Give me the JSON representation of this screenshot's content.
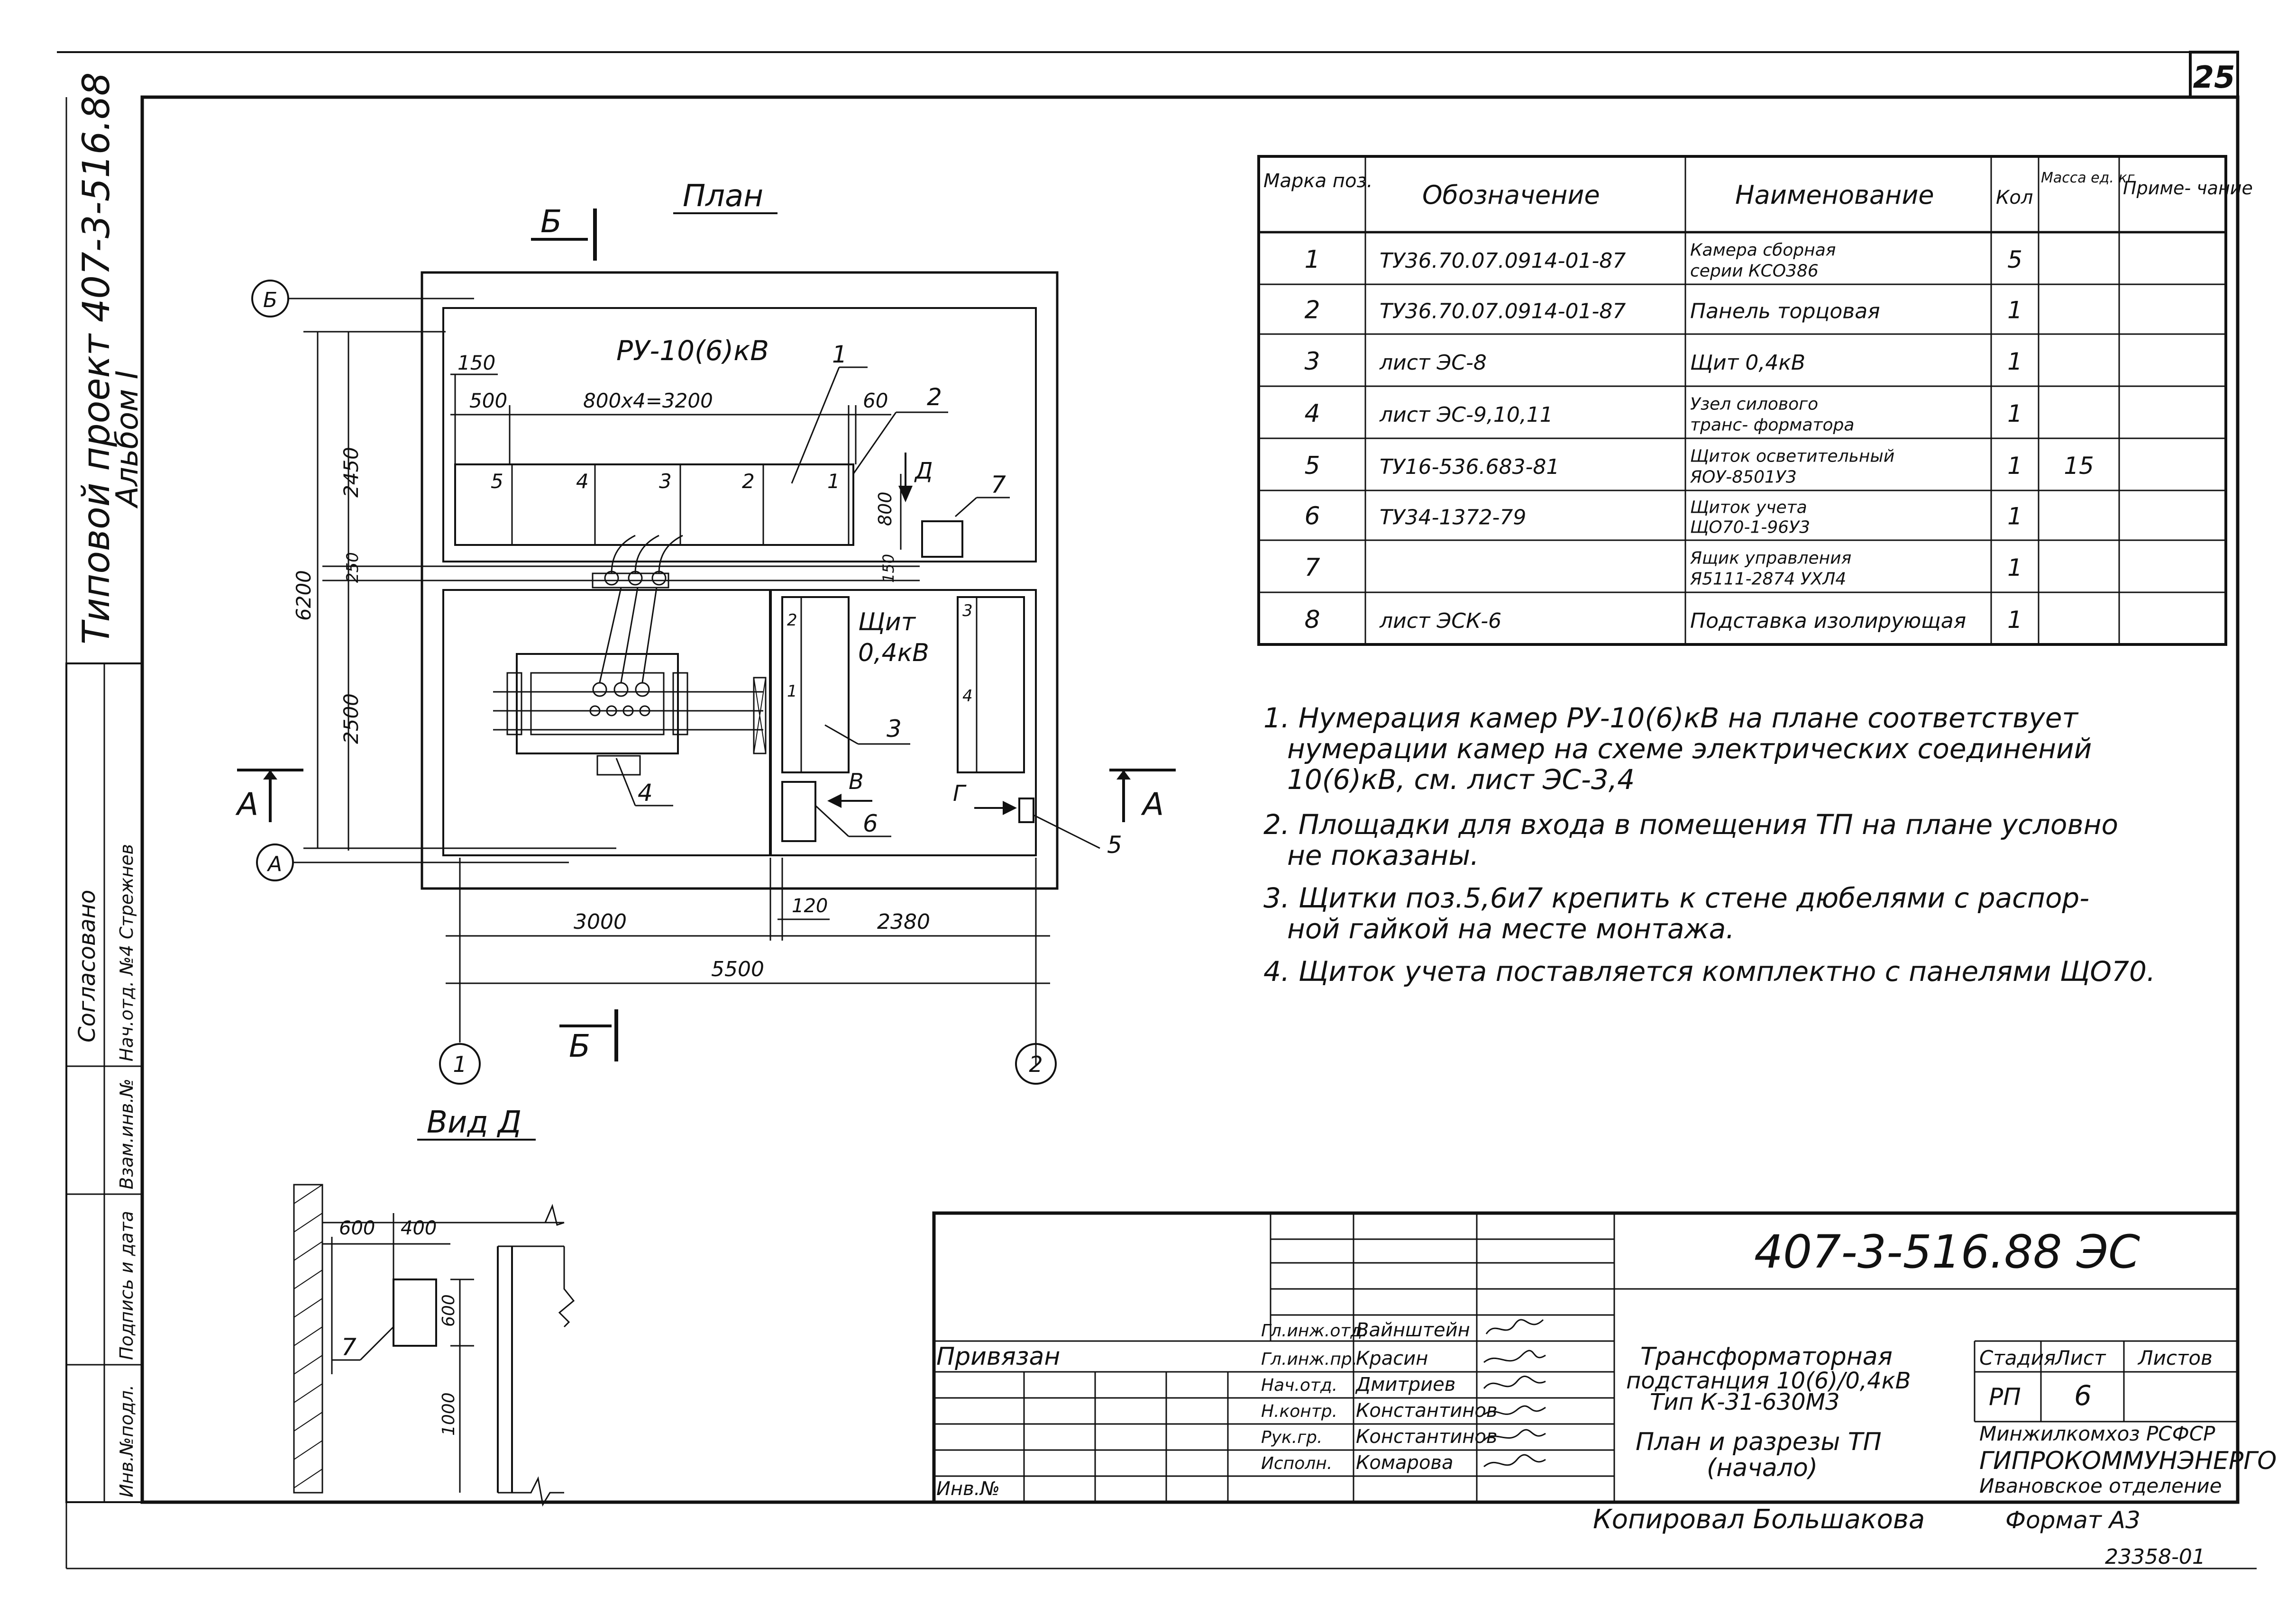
{
  "sheet_number": "25",
  "side_title": [
    "Типовой проект 407-3-516.88",
    "Альбом I"
  ],
  "side_stamp": {
    "agreed": "Согласовано",
    "rows": [
      "Нач.отд. №4 Стрежнев"
    ],
    "vertical_labels": [
      "Инв.№подл.",
      "Подпись и дата",
      "Взам.инв.№"
    ]
  },
  "plan": {
    "title": "План",
    "ru_label": "РУ-10(6)кВ",
    "shield_label": [
      "Щит",
      "0,4кВ"
    ],
    "section_labels": {
      "b": "Б",
      "a": "А"
    },
    "axis_letters": [
      "Б",
      "А"
    ],
    "axis_numbers": [
      "1",
      "2"
    ],
    "dims": {
      "d150": "150",
      "d500": "500",
      "d800x4": "800х4=3200",
      "d60": "60",
      "d2450": "2450",
      "d250": "250",
      "d6200": "6200",
      "d2500": "2500",
      "d800": "800",
      "d150b": "150",
      "d3000": "3000",
      "d120": "120",
      "d2380": "2380",
      "d5500": "5500"
    },
    "cells": [
      "5",
      "4",
      "3",
      "2",
      "1"
    ],
    "callouts": [
      "1",
      "2",
      "3",
      "4",
      "5",
      "6",
      "7"
    ],
    "arrow_labels": {
      "v": "В",
      "g": "Г",
      "d": "Д"
    }
  },
  "view": {
    "title": "Вид Д",
    "dims": {
      "d600": "600",
      "d400": "400",
      "d600v": "600",
      "d1000": "1000"
    },
    "callout": "7"
  },
  "spec_table": {
    "headers": [
      "Марка поз.",
      "Обозначение",
      "Наименование",
      "Кол",
      "Масса ед. кг",
      "Приме- чание"
    ],
    "rows": [
      [
        "1",
        "ТУ36.70.07.0914-01-87",
        "Камера сборная серии КСО386",
        "5",
        "",
        ""
      ],
      [
        "2",
        "ТУ36.70.07.0914-01-87",
        "Панель торцовая",
        "1",
        "",
        ""
      ],
      [
        "3",
        "лист ЭС-8",
        "Щит 0,4кВ",
        "1",
        "",
        ""
      ],
      [
        "4",
        "лист ЭС-9,10,11",
        "Узел силового транс- форматора",
        "1",
        "",
        ""
      ],
      [
        "5",
        "ТУ16-536.683-81",
        "Щиток осветительный ЯОУ-8501У3",
        "1",
        "15",
        ""
      ],
      [
        "6",
        "ТУ34-1372-79",
        "Щиток учета ЩО70-1-96У3",
        "1",
        "",
        ""
      ],
      [
        "7",
        "",
        "Ящик управления Я5111-2874 УХЛ4",
        "1",
        "",
        ""
      ],
      [
        "8",
        "лист ЭСК-6",
        "Подставка изолирующая",
        "1",
        "",
        ""
      ]
    ]
  },
  "notes": [
    "1. Нумерация камер РУ-10(6)кВ на плане соответствует",
    "нумерации камер на схеме электрических соединений",
    "10(6)кВ, см. лист ЭС-3,4",
    "2. Площадки для входа в помещения ТП на плане условно",
    "не показаны.",
    "3. Щитки поз.5,6и7 крепить к стене дюбелями с распор-",
    "ной гайкой на месте монтажа.",
    "4. Щиток учета поставляется комплектно с панелями ЩО70."
  ],
  "title_block": {
    "code": "407-3-516.88 ЭС",
    "privyazan": "Привязан",
    "inv": "Инв.№",
    "staff": [
      [
        "Гл.инж.отд.",
        "Вайнштейн"
      ],
      [
        "Гл.инж.пр.",
        "Красин"
      ],
      [
        "Нач.отд.",
        "Дмитриев"
      ],
      [
        "Н.контр.",
        "Константинов"
      ],
      [
        "Рук.гр.",
        "Константинов"
      ],
      [
        "Исполн.",
        "Комарова"
      ]
    ],
    "object_name": [
      "Трансформаторная",
      "подстанция 10(6)/0,4кВ",
      "Тип К-31-630М3"
    ],
    "sheet_name": [
      "План и разрезы ТП",
      "(начало)"
    ],
    "stage_headers": [
      "Стадия",
      "Лист",
      "Листов"
    ],
    "stage_values": [
      "РП",
      "6",
      ""
    ],
    "org": [
      "Минжилкомхоз РСФСР",
      "ГИПРОКОММУНЭНЕРГО",
      "Ивановское отделение"
    ]
  },
  "footer": {
    "copied": "Копировал Большакова",
    "format": "Формат А3",
    "number": "23358-01"
  }
}
